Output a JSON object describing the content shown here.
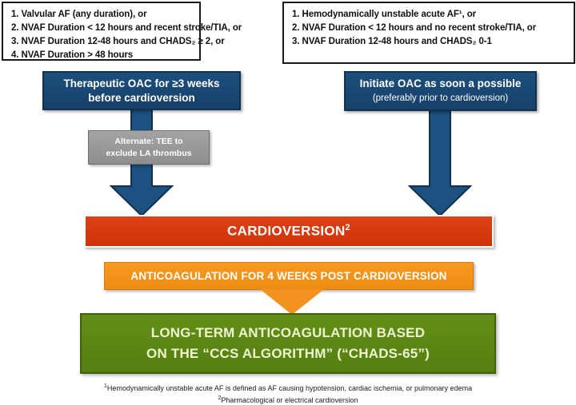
{
  "criteria_left": {
    "lines": [
      "1. Valvular AF (any duration), or",
      "2. NVAF Duration < 12 hours and recent stroke/TIA, or",
      "3. NVAF Duration 12-48 hours and CHADS₂ ≥ 2, or",
      "4. NVAF Duration > 48 hours"
    ]
  },
  "criteria_right": {
    "lines": [
      "1. Hemodynamically unstable acute AF¹, or",
      "2. NVAF Duration < 12 hours and no recent stroke/TIA, or",
      "3. NVAF Duration 12-48 hours and CHADS₂ 0-1"
    ]
  },
  "blue_left": {
    "line1": "Therapeutic OAC for ≥3 weeks",
    "line2": "before cardioversion"
  },
  "blue_right": {
    "line1": "Initiate OAC as soon a possible",
    "line2": "(preferably prior to cardioversion)"
  },
  "gray_box": {
    "line1": "Alternate: TEE to",
    "line2": "exclude LA thrombus"
  },
  "red_box": {
    "label": "CARDIOVERSION",
    "superscript": "2"
  },
  "orange_box": {
    "label": "ANTICOAGULATION FOR 4 WEEKS POST CARDIOVERSION"
  },
  "green_box": {
    "line1": "LONG-TERM ANTICOAGULATION BASED",
    "line2": "ON THE “CCS ALGORITHM” (“CHADS-65”)"
  },
  "footnotes": {
    "marker1": "1",
    "note1": "Hemodynamically unstable acute AF is defined as AF causing hypotension, cardiac ischemia, or pulmonary edema",
    "marker2": "2",
    "note2": "Pharmacological or electrical cardioversion"
  },
  "colors": {
    "blue": "#1b4f80",
    "gray": "#9a9a9a",
    "red": "#d93a10",
    "orange": "#f3931f",
    "green": "#5c8a15",
    "box_border": "#1a1a1a"
  }
}
